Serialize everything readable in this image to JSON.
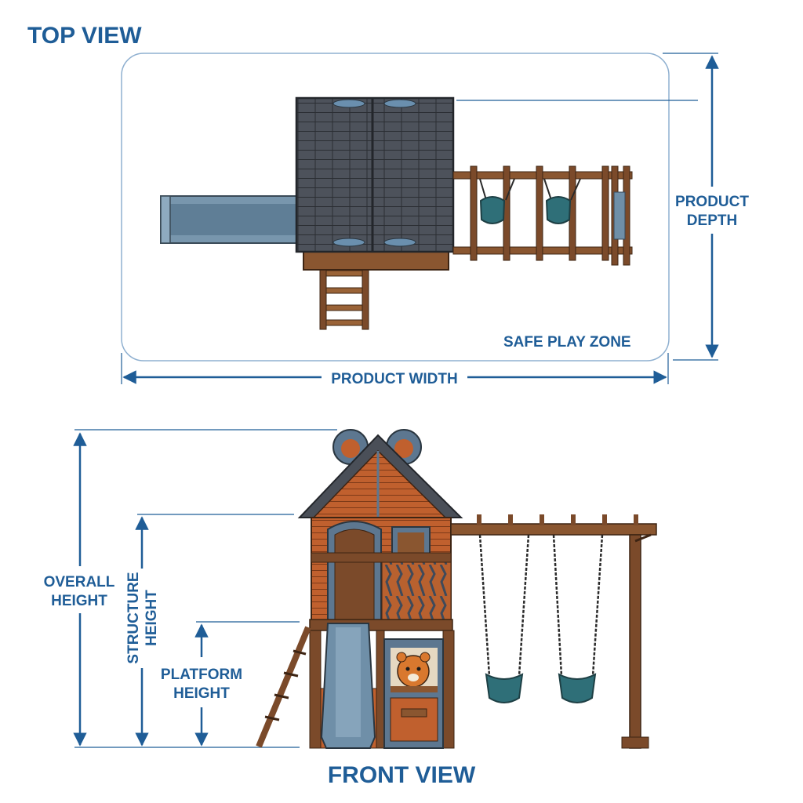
{
  "top_view": {
    "title": "TOP VIEW",
    "zone_label": "SAFE PLAY ZONE",
    "width_label": "PRODUCT WIDTH",
    "depth_label": [
      "PRODUCT",
      "DEPTH"
    ]
  },
  "front_view": {
    "title": "FRONT VIEW",
    "overall_height_label": [
      "OVERALL",
      "HEIGHT"
    ],
    "structure_height_label": [
      "STRUCTURE",
      "HEIGHT"
    ],
    "platform_height_label": [
      "PLATFORM",
      "HEIGHT"
    ]
  },
  "colors": {
    "dimension_blue": "#1f5d97",
    "roof": "#4a4f58",
    "wood": "#8a5630",
    "siding": "#c0602e",
    "slide": "#6f8fa8",
    "swing_seat": "#2f6f78"
  }
}
